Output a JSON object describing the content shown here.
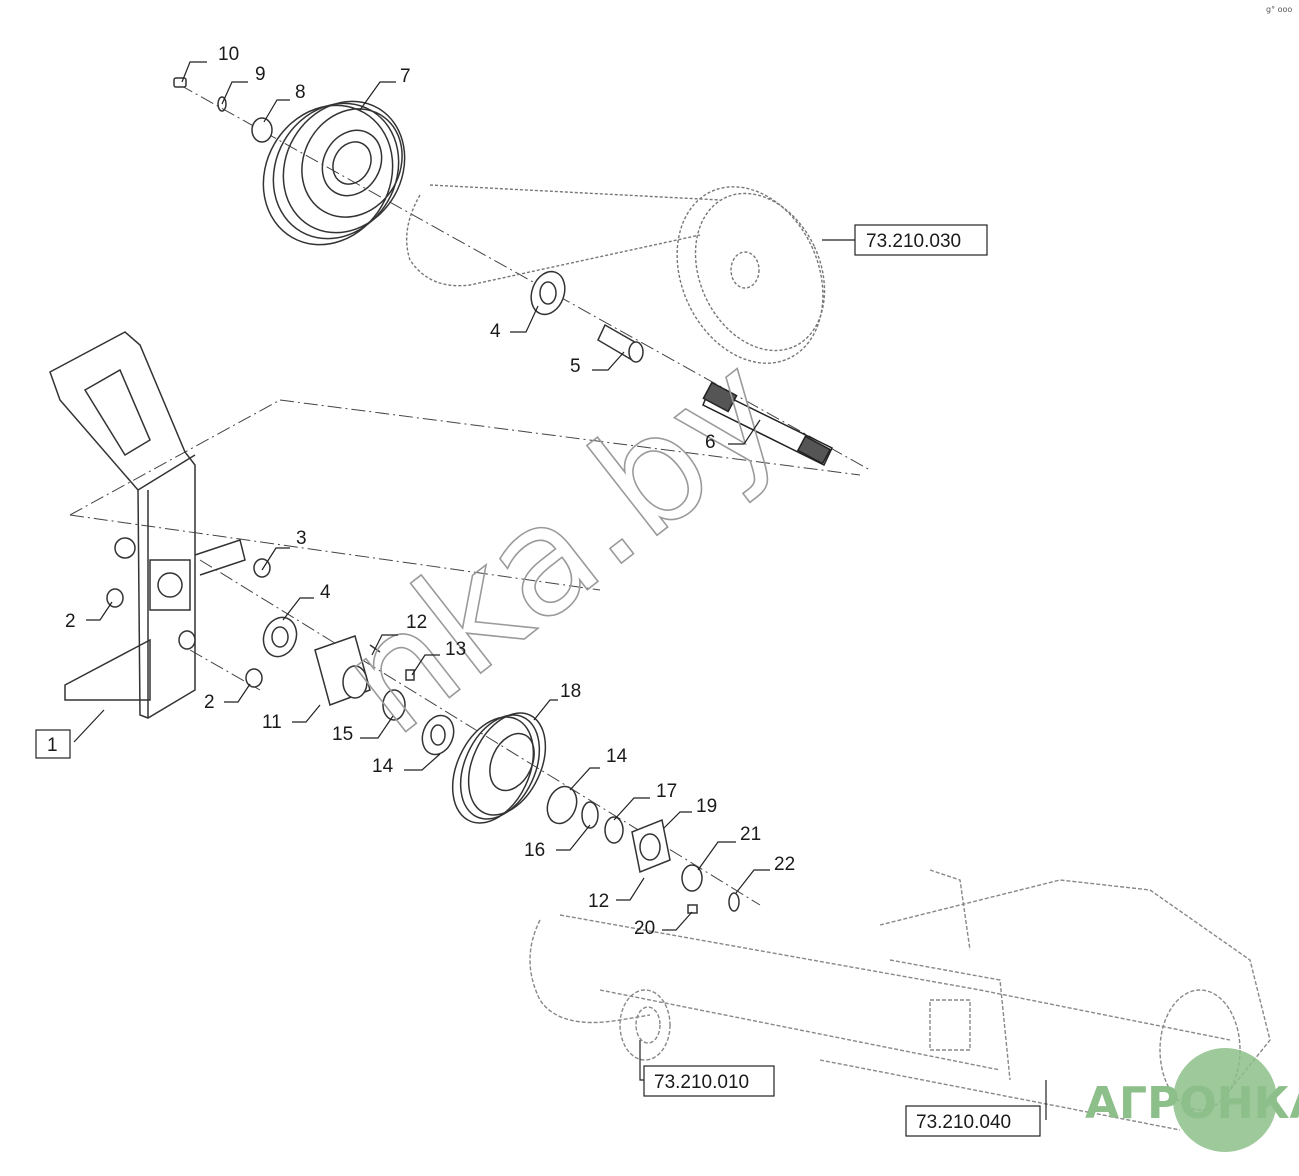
{
  "corner_mark": "g° ooo",
  "watermark": "nka.by",
  "logo": {
    "text": "АГРОНКА",
    "green": "#8dbf8a"
  },
  "part_labels": {
    "p1": "1",
    "p2a": "2",
    "p2b": "2",
    "p3": "3",
    "p4a": "4",
    "p4b": "4",
    "p5": "5",
    "p6": "6",
    "p7": "7",
    "p8": "8",
    "p9": "9",
    "p10": "10",
    "p11": "11",
    "p12a": "12",
    "p12b": "12",
    "p13": "13",
    "p14a": "14",
    "p14b": "14",
    "p15": "15",
    "p16": "16",
    "p17": "17",
    "p18": "18",
    "p19": "19",
    "p20": "20",
    "p21": "21",
    "p22": "22"
  },
  "references": {
    "belt": "73.210.030",
    "roller": "73.210.010",
    "header": "73.210.040"
  }
}
